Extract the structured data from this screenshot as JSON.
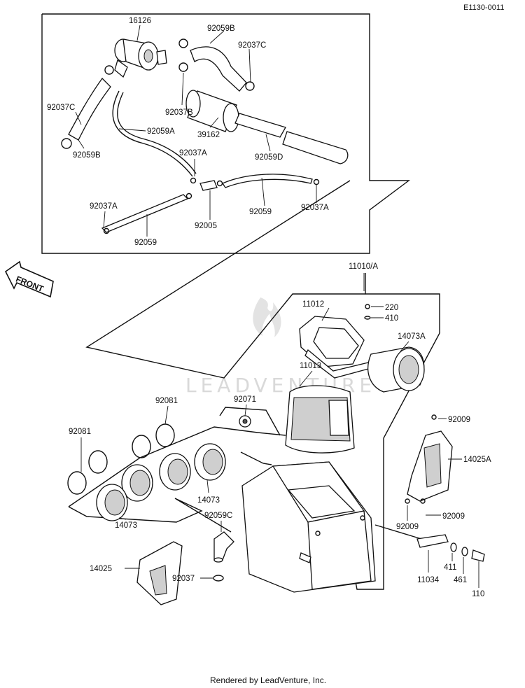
{
  "diagram_code": "E1130-0011",
  "direction_label": "FRONT",
  "watermark_text": "LEADVENTURE",
  "footer": "Rendered by LeadVenture, Inc.",
  "labels": [
    {
      "id": "16126",
      "text": "16126"
    },
    {
      "id": "92059B_top",
      "text": "92059B"
    },
    {
      "id": "92037C_top",
      "text": "92037C"
    },
    {
      "id": "92037C_left",
      "text": "92037C"
    },
    {
      "id": "92037B",
      "text": "92037B"
    },
    {
      "id": "92059B_left",
      "text": "92059B"
    },
    {
      "id": "92059A",
      "text": "92059A"
    },
    {
      "id": "39162",
      "text": "39162"
    },
    {
      "id": "92059D",
      "text": "92059D"
    },
    {
      "id": "92037A_mid",
      "text": "92037A"
    },
    {
      "id": "92037A_left",
      "text": "92037A"
    },
    {
      "id": "92037A_right",
      "text": "92037A"
    },
    {
      "id": "92059_left",
      "text": "92059"
    },
    {
      "id": "92005",
      "text": "92005"
    },
    {
      "id": "92059_right",
      "text": "92059"
    },
    {
      "id": "11010A",
      "text": "11010/A"
    },
    {
      "id": "11012",
      "text": "11012"
    },
    {
      "id": "220",
      "text": "220"
    },
    {
      "id": "410",
      "text": "410"
    },
    {
      "id": "14073A",
      "text": "14073A"
    },
    {
      "id": "11013",
      "text": "11013"
    },
    {
      "id": "92081_upper",
      "text": "92081"
    },
    {
      "id": "92081_left",
      "text": "92081"
    },
    {
      "id": "92071",
      "text": "92071"
    },
    {
      "id": "92009_top",
      "text": "92009"
    },
    {
      "id": "14025A",
      "text": "14025A"
    },
    {
      "id": "14073_right",
      "text": "14073"
    },
    {
      "id": "14073_left",
      "text": "14073"
    },
    {
      "id": "92059C",
      "text": "92059C"
    },
    {
      "id": "92009_bl",
      "text": "92009"
    },
    {
      "id": "92009_br",
      "text": "92009"
    },
    {
      "id": "14025",
      "text": "14025"
    },
    {
      "id": "92037",
      "text": "92037"
    },
    {
      "id": "411",
      "text": "411"
    },
    {
      "id": "11034",
      "text": "11034"
    },
    {
      "id": "461",
      "text": "461"
    },
    {
      "id": "110",
      "text": "110"
    }
  ]
}
